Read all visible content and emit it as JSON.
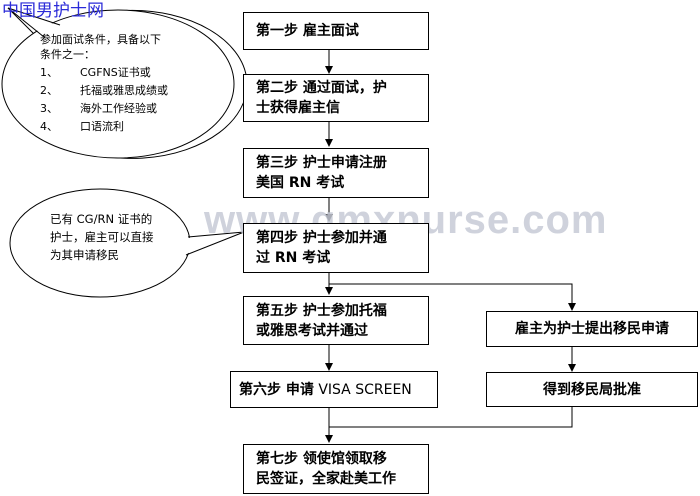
{
  "site_title": "中国男护士网",
  "watermark": "www.qmxnurse.com",
  "callout_requirements": {
    "intro_line1": "参加面试条件，具备以下",
    "intro_line2": "条件之一：",
    "items": [
      {
        "num": "1、",
        "text": "CGFNS证书或"
      },
      {
        "num": "2、",
        "text": "托福或雅思成绩或"
      },
      {
        "num": "3、",
        "text": "海外工作经验或"
      },
      {
        "num": "4、",
        "text": "口语流利"
      }
    ]
  },
  "callout_holder": {
    "line1": "已有 CG/RN 证书的",
    "line2": "护士，雇主可以直接",
    "line3": "为其申请移民"
  },
  "steps": {
    "s1": {
      "line1": "第一步 雇主面试"
    },
    "s2": {
      "line1": "第二步 通过面试，护",
      "line2": "士获得雇主信"
    },
    "s3": {
      "line1": "第三步 护士申请注册",
      "line2": "美国 RN 考试"
    },
    "s4": {
      "line1": "第四步 护士参加并通",
      "line2": "过 RN 考试"
    },
    "s5": {
      "line1": "第五步 护士参加托福",
      "line2": "或雅思考试并通过"
    },
    "s6": {
      "prefix": "第六步 申请",
      "suffix": " VISA SCREEN"
    },
    "s7": {
      "line1": "第七步 领使馆领取移",
      "line2": "民签证，全家赴美工作"
    }
  },
  "side": {
    "employer_petition": "雇主为护士提出移民申请",
    "approval": "得到移民局批准"
  }
}
